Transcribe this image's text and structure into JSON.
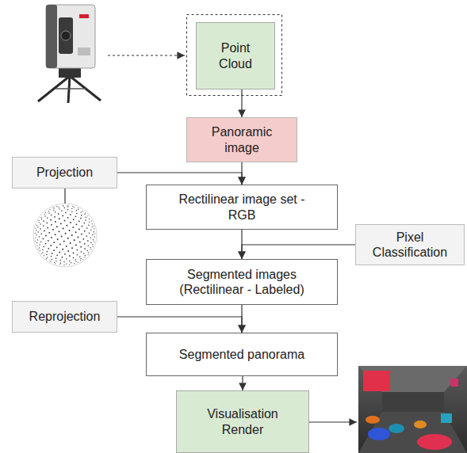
{
  "diagram": {
    "nodes": [
      {
        "text": [
          "Point Cloud"
        ]
      },
      {
        "text": [
          "Panoramic image"
        ]
      },
      {
        "text": [
          "Projection"
        ]
      },
      {
        "text": [
          "Rectilinear image set - RGB"
        ]
      },
      {
        "text": [
          "Pixel Classification"
        ]
      },
      {
        "text": [
          "Segmented images (Rectilinear - Labeled)"
        ]
      },
      {
        "text": [
          "Reprojection"
        ]
      },
      {
        "text": [
          "Segmented panorama"
        ]
      },
      {
        "text": [
          "Visualisation Render"
        ]
      }
    ],
    "edges": [
      {
        "from": 0,
        "to": 1,
        "arrow": "to"
      },
      {
        "from": 1,
        "to": 3,
        "arrow": "to"
      },
      {
        "from": 2,
        "to": 3,
        "arrow": "to"
      },
      {
        "from": 3,
        "to": 5,
        "arrow": "to"
      },
      {
        "from": 4,
        "to": 5,
        "arrow": "to"
      },
      {
        "from": 5,
        "to": 7,
        "arrow": "to"
      },
      {
        "from": 6,
        "to": 7,
        "arrow": "to"
      },
      {
        "from": 7,
        "to": 8,
        "arrow": "to"
      }
    ]
  }
}
